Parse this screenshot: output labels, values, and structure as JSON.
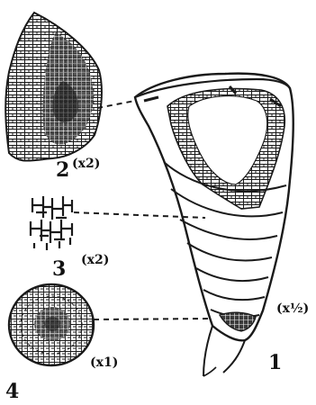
{
  "figures": [
    {
      "number": "1",
      "scale": "(x½)"
    },
    {
      "number": "2",
      "scale": "(x2)"
    },
    {
      "number": "3",
      "scale": "(x2)"
    },
    {
      "number": "4",
      "scale": "(x1)"
    }
  ],
  "colors": {
    "ink": "#1a1a1a",
    "paper": "#ffffff",
    "shade": "#555555"
  }
}
